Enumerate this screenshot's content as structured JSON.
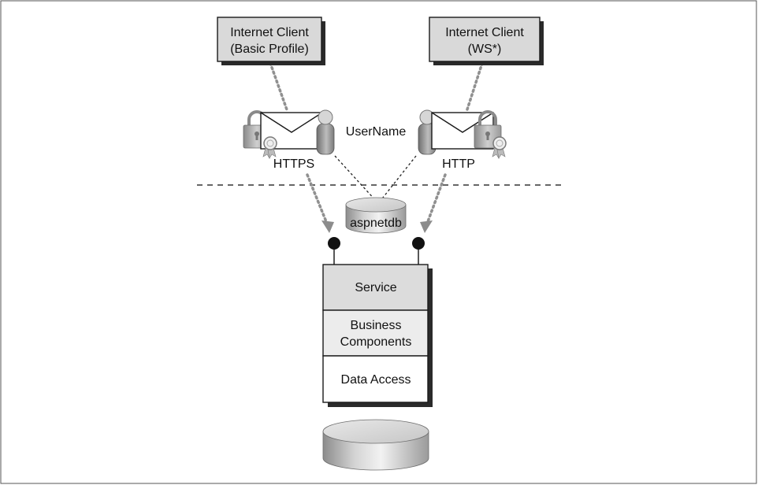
{
  "clients": {
    "left": {
      "line1": "Internet Client",
      "line2": "(Basic Profile)"
    },
    "right": {
      "line1": "Internet Client",
      "line2": "(WS*)"
    }
  },
  "labels": {
    "username": "UserName",
    "https": "HTTPS",
    "http": "HTTP",
    "aspnetdb": "aspnetdb"
  },
  "stack": {
    "service": "Service",
    "business_line1": "Business",
    "business_line2": "Components",
    "data_access": "Data Access"
  },
  "icons": {
    "left_message": [
      "padlock-icon",
      "certificate-icon",
      "envelope-icon",
      "user-figure-icon"
    ],
    "right_message": [
      "user-figure-icon",
      "envelope-icon",
      "padlock-icon",
      "certificate-icon"
    ]
  },
  "colors": {
    "box_fill": "#d9d9d9",
    "service_fill": "#dcdcdc",
    "business_fill": "#ececec",
    "line": "#1a1a1a",
    "dotted": "#909090"
  }
}
